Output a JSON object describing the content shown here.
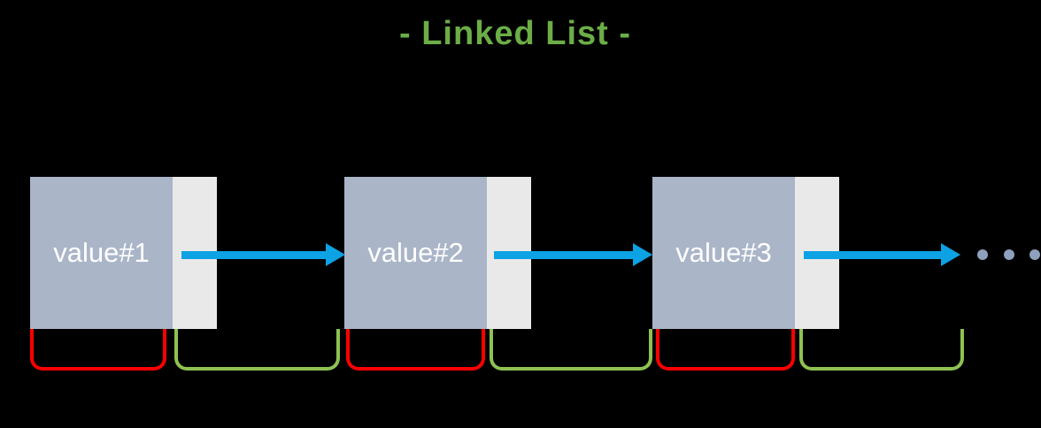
{
  "title": {
    "text": "- Linked List -"
  },
  "list": {
    "nodes": [
      {
        "value": "value#1"
      },
      {
        "value": "value#2"
      },
      {
        "value": "value#3"
      }
    ],
    "ellipsis_dot_count": 3
  },
  "annotations": {
    "value_region_marker": "red-bracket",
    "pointer_region_marker": "green-bracket"
  },
  "colors": {
    "background": "#000000",
    "title_text": "#6CAD47",
    "node_value_fill": "#AAB5C8",
    "node_pointer_fill": "#E9E9E9",
    "node_value_text": "#FFFFFF",
    "next_arrow": "#0CA2E4",
    "value_bracket": "#FC0000",
    "pointer_bracket": "#8FC152",
    "ellipsis_dot": "#8DA0BC"
  }
}
